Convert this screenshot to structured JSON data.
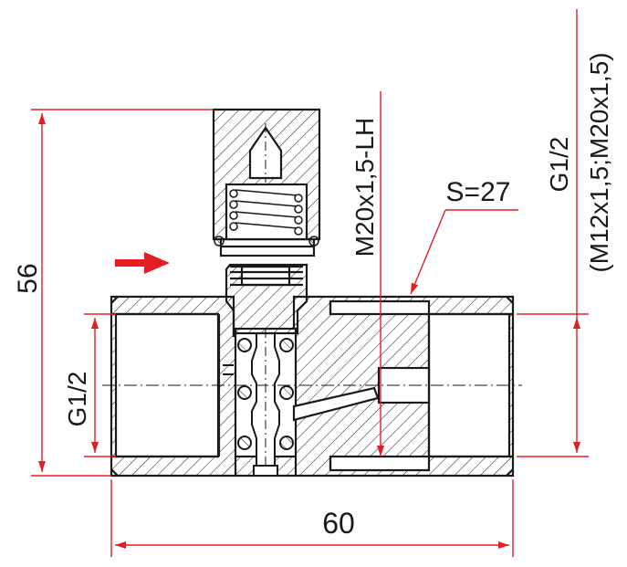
{
  "drawing": {
    "colors": {
      "outline": "#1a1a1a",
      "dimension": "#e31e24",
      "background": "#ffffff"
    },
    "dimensions": {
      "height": "56",
      "width": "60",
      "inlet_thread": "G1/2",
      "spindle_thread": "M20x1,5-LH",
      "wrench_size": "S=27",
      "outlet_thread": "G1/2",
      "outlet_thread_alt": "(M12x1,5;M20x1,5)"
    },
    "flow_direction_icon": "arrow-right-icon"
  }
}
